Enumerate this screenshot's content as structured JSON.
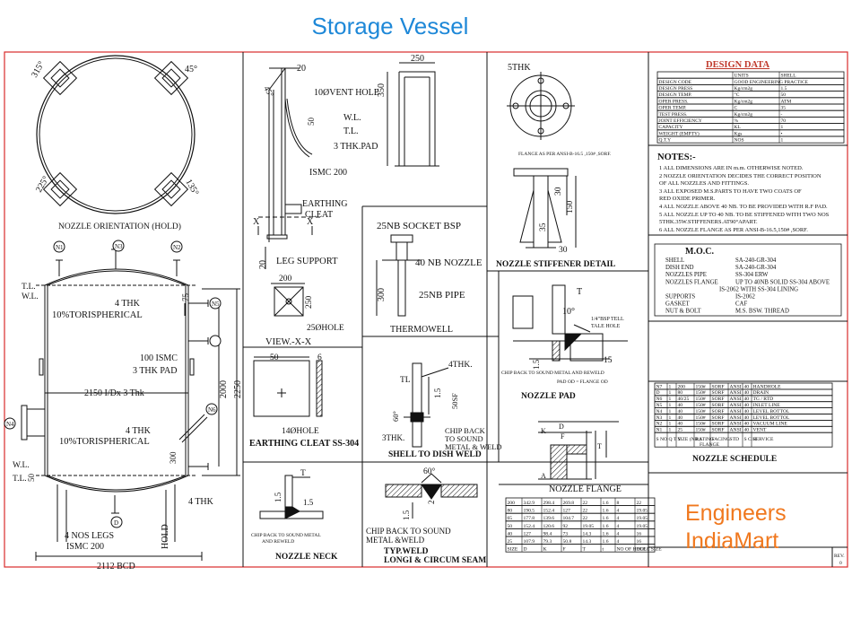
{
  "header": {
    "title": "Storage Vessel"
  },
  "brand": {
    "line1": "Engineers",
    "line2": "IndiaMart"
  },
  "colors": {
    "title": "#1e88d8",
    "brand": "#f0781e",
    "frame": "#d92b2b",
    "ink": "#111111"
  },
  "orientation": {
    "caption": "NOZZLE ORIENTATION (HOLD)",
    "angles": [
      "315°",
      "45°",
      "225°",
      "135°"
    ]
  },
  "vessel": {
    "labels": {
      "tl_top": "T.L.",
      "wl_top": "W.L.",
      "thk_top": "4 THK",
      "tori_top": "10%TORISPHERICAL",
      "ismc": "100 ISMC",
      "pad": "3 THK PAD",
      "shell": "2150 I/Dx 3 Thk",
      "thk_mid": "4 THK",
      "tori_bot": "10%TORISPHERICAL",
      "wl_bot": "W.L.",
      "tl_bot": "T.L.",
      "thk_bot": "4 THK",
      "legs": "4 NOS LEGS",
      "legs_ismc": "ISMC 200",
      "bcd": "2112 BCD",
      "hold": "HOLD",
      "dim_2000": "2000",
      "dim_2250": "2250",
      "dim_75": "75",
      "dim_300": "300",
      "dim_50": "50"
    },
    "nozzles": [
      "N1",
      "N3",
      "N2",
      "N5",
      "N6",
      "N4",
      "D"
    ]
  },
  "leg_support": {
    "caption": "LEG SUPPORT",
    "labels": {
      "d20_top": "20",
      "d45": "45°",
      "vent": "10ØVENT HOLE",
      "wl": "W.L.",
      "tl": "T.L.",
      "pad": "3 THK.PAD",
      "ismc": "ISMC 200",
      "earth1": "EARTHING",
      "earth2": "CLEAT",
      "x_left": "X",
      "x_right": "X",
      "d20_side": "20",
      "d50": "50"
    }
  },
  "view_x": {
    "caption": "VIEW.-X-X",
    "dim": "200",
    "dim2": "250",
    "hole": "25ØHOLE"
  },
  "vent_detail": {
    "w": "250",
    "h": "350"
  },
  "thermowell": {
    "socket": "25NB SOCKET BSP",
    "nozzle": "40 NB NOZZLE",
    "pipe": "25NB PIPE",
    "dim": "300",
    "caption": "THERMOWELL"
  },
  "earthing_cleat": {
    "caption": "EARTHING CLEAT SS-304",
    "d50": "50",
    "d6": "6",
    "hole": "14ØHOLE"
  },
  "stiffener": {
    "thk": "5THK",
    "flange_note": "FLANGE AS PER ANSI-B-16.5 ,150# ,SORF.",
    "d30a": "30",
    "d150": "150",
    "d35": "35",
    "d30b": "30",
    "caption": "NOZZLE STIFFENER DETAIL"
  },
  "shell_dish": {
    "thk4": "4THK.",
    "tl": "TL",
    "d15": "1.5",
    "sf": "50SF",
    "ang": "60°",
    "thk3": "3THK.",
    "chip1": "CHIP BACK",
    "chip2": "TO SOUND",
    "chip3": "METAL & WELD",
    "caption": "SHELL TO DISH WELD"
  },
  "nozzle_pad": {
    "t": "T",
    "ang": "10°",
    "bsp1": "1/4\"BSP TELL",
    "bsp2": "TALE HOLE",
    "d15": "15",
    "d15b": "1.5",
    "chip": "CHIP BACK TO SOUND METAL AND REWELD",
    "pad_od": "PAD OD = FLANGE OD",
    "caption": "NOZZLE PAD"
  },
  "nozzle_neck": {
    "t": "T",
    "d15a": "1.5",
    "d15b": "1.5",
    "chip1": "CHIP BACK TO SOUND METAL",
    "chip2": "AND REWELD",
    "caption": "NOZZLE NECK"
  },
  "long_weld": {
    "ang": "60°",
    "d15": "1.5",
    "d2": "2",
    "chip1": "CHIP BACK TO SOUND",
    "chip2": "METAL &WELD",
    "caption1": "TYP.WELD",
    "caption2": "LONGI & CIRCUM SEAM"
  },
  "nozzle_flange": {
    "caption": "NOZZLE FLANGE",
    "letters": {
      "d": "D",
      "k": "K",
      "f": "F",
      "t": "T",
      "a": "A"
    },
    "header": [
      "SIZE",
      "D",
      "K",
      "F",
      "T",
      "t",
      "NO OF HOLE",
      "HOLE SIZE"
    ],
    "rows": [
      [
        "200",
        "342.9",
        "298.4",
        "269.8",
        "22",
        "1.6",
        "8",
        "22"
      ],
      [
        "80",
        "190.5",
        "152.4",
        "127",
        "22",
        "1.6",
        "4",
        "19.05"
      ],
      [
        "65",
        "177.8",
        "139.6",
        "104.7",
        "22",
        "1.6",
        "4",
        "19.05"
      ],
      [
        "50",
        "152.4",
        "120.6",
        "92",
        "19.05",
        "1.6",
        "4",
        "19.05"
      ],
      [
        "40",
        "127",
        "98.4",
        "73",
        "14.3",
        "1.6",
        "4",
        "16"
      ],
      [
        "25",
        "107.9",
        "79.3",
        "50.8",
        "14.3",
        "1.6",
        "4",
        "16"
      ]
    ]
  },
  "design_data": {
    "title": "DESIGN DATA",
    "header": [
      "",
      "UNITS",
      "SHELL"
    ],
    "rows": [
      [
        "DESIGN CODE",
        "GOOD ENGINEERING PRACTICE",
        ""
      ],
      [
        "DESIGN PRESS",
        "Kg/cm2g",
        "1.5"
      ],
      [
        "DESIGN TEMP.",
        "°C",
        "50"
      ],
      [
        "OPER PRESS.",
        "Kg/cm2g",
        "ATM"
      ],
      [
        "OPER TEMP.",
        "C",
        "35"
      ],
      [
        "TEST PRESS.",
        "Kg/cm2g",
        "-"
      ],
      [
        "JOINT EFFICIENCY",
        "%",
        "70"
      ],
      [
        "CAPACITY",
        "KL",
        "1"
      ],
      [
        "WEIGHT (EMPTY)",
        "Kgs",
        "•"
      ],
      [
        "Q.T.Y",
        "NOS",
        "1"
      ]
    ]
  },
  "notes": {
    "title": "NOTES:-",
    "lines": [
      "1  ALL DIMENSIONS ARE IN m.m. OTHERWISE NOTED.",
      "2  NOZZLE ORIENTATION DECIDES THE CORRECT POSITION",
      "    OF ALL NOZZLES AND FITTINGS.",
      "3  ALL EXPOSED M.S.PARTS TO HAVE TWO COATS OF",
      "    RED OXIDE PRIMER.",
      "4  ALL NOZZLE ABOVE 40 NB. TO BE PROVIDED WITH R.F PAD.",
      "5  ALL NOZZLE UP TO 40 NB. TO BE STIFFENED WITH TWO NOS",
      "    5THK.35W.STIFFENERS.AT90°APART.",
      "6  ALL NOZZLE FLANGE AS PER ANSI-B-16.5,150# ,SORF."
    ]
  },
  "moc": {
    "title": "M.O.C.",
    "rows": [
      [
        "SHELL",
        "SA-240-GR-304"
      ],
      [
        "DISH END",
        "SA-240-GR-304"
      ],
      [
        "NOZZLES PIPE",
        "SS-304 ERW"
      ],
      [
        "NOZZLES FLANGE",
        "UP TO 40NB SOLID SS-304 ABOVE"
      ],
      [
        "",
        "IS-2062 WITH SS-304 LINING"
      ],
      [
        "SUPPORTS",
        "IS-2062"
      ],
      [
        "GASKET",
        "CAF"
      ],
      [
        "NUT & BOLT",
        "M.S. BSW. THREAD"
      ]
    ]
  },
  "nozzle_schedule": {
    "title": "NOZZLE SCHEDULE",
    "rows": [
      [
        "N7",
        "1",
        "200",
        "150#",
        "SORF",
        "ANSI",
        "40",
        "HANDHOLE"
      ],
      [
        "D",
        "1",
        "80",
        "150#",
        "SORF",
        "ANSI",
        "40",
        "DRAIN"
      ],
      [
        "N6",
        "1",
        "40/25",
        "150#",
        "SORF",
        "ANSI",
        "40",
        "TG / RTD"
      ],
      [
        "N5",
        "1",
        "40",
        "150#",
        "SORF",
        "ANSI",
        "40",
        "INLET LINE"
      ],
      [
        "N4",
        "1",
        "40",
        "150#",
        "SORF",
        "ANSI",
        "40",
        "LEVEL BOTTOL"
      ],
      [
        "N3",
        "1",
        "40",
        "150#",
        "SORF",
        "ANSI",
        "40",
        "LEVEL BOTTOL"
      ],
      [
        "N2",
        "1",
        "40",
        "150#",
        "SORF",
        "ANSI",
        "40",
        "VACUUM LINE"
      ],
      [
        "N1",
        "1",
        "25",
        "150#",
        "SORF",
        "ANSI",
        "40",
        "VENT"
      ]
    ],
    "footer": [
      "S NO",
      "Q T Y",
      "SIZE (NB.)",
      "RATING",
      "FACING",
      "STD",
      "S C H",
      "SERVICE"
    ],
    "flange_label": "FLANGE"
  },
  "title_block": {
    "rev": "REV.",
    "rev_no": "0"
  }
}
